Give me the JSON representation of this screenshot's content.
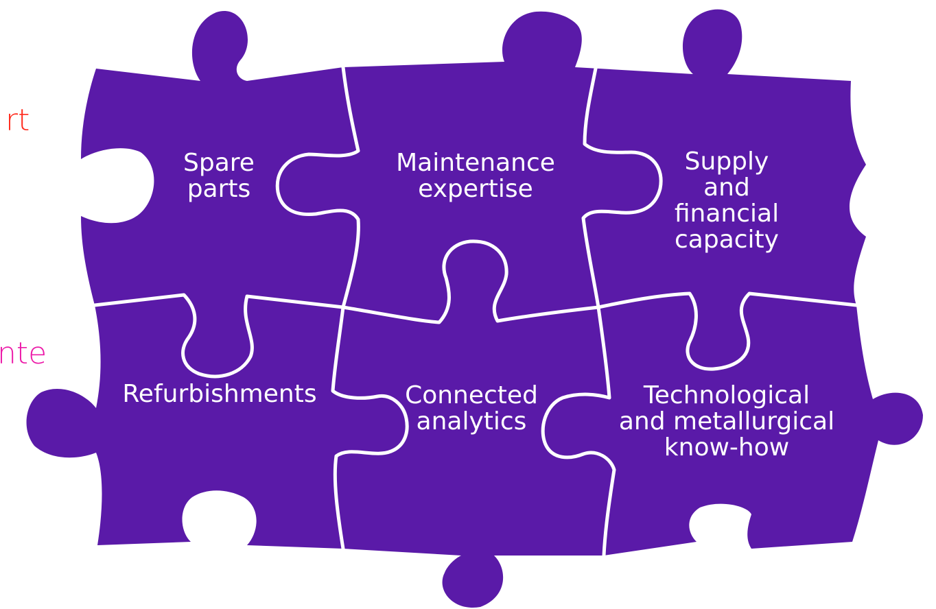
{
  "edge_text": [
    "rt",
    "nte"
  ],
  "pieces": [
    {
      "label": "Spare\nparts",
      "gradient_top": "#ff2530",
      "gradient_bottom": "#a91aa8"
    },
    {
      "label": "Maintenance\nexpertise"
    },
    {
      "label": "Supply\nand\nfinancial\ncapacity"
    },
    {
      "label": "Refurbishments"
    },
    {
      "label": "Connected\nanalytics"
    },
    {
      "label": "Technological\nand metallurgical\nknow-how"
    }
  ],
  "colors": {
    "top": "#ff2a1c",
    "upper": "#ff1a5a",
    "middle": "#e80aa0",
    "lower": "#c90ab8",
    "bottom": "#5a1aa8",
    "seam": "#ffffff"
  }
}
